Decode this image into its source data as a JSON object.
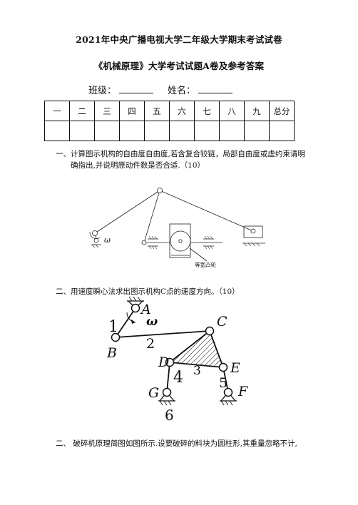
{
  "title_line1": "2021年中央广播电视大学二年级大学期末考试试卷",
  "title_line2": "《机械原理》大学考试试题A卷及参考答案",
  "class_label": "班级：",
  "name_label": "姓名：",
  "score_table": {
    "headers": [
      "一",
      "二",
      "三",
      "四",
      "五",
      "六",
      "七",
      "八",
      "九",
      "总分"
    ]
  },
  "q1": {
    "line1": "一、计算图示机构的自由度自由度,若含复合铰链，局部自由度或虚约束请明",
    "line2": "确指出,并说明原动件数是否合适.（10）",
    "fig_omega": "ω",
    "fig_label": "等宽凸轮"
  },
  "q2": {
    "text": "二、用速度瞬心法求出图示机构C点的速度方向。（10）",
    "labels": {
      "A": "A",
      "B": "B",
      "C": "C",
      "D": "D",
      "E": "E",
      "F": "F",
      "G": "G",
      "n1": "1",
      "n2": "2",
      "n3": "3",
      "n4": "4",
      "n5": "5",
      "n6": "6",
      "omega": "ω"
    }
  },
  "q3": {
    "text": "二、 破碎机原理简图如图所示.设要破碎的料块为圆柱形,其重量忽略不计,"
  }
}
